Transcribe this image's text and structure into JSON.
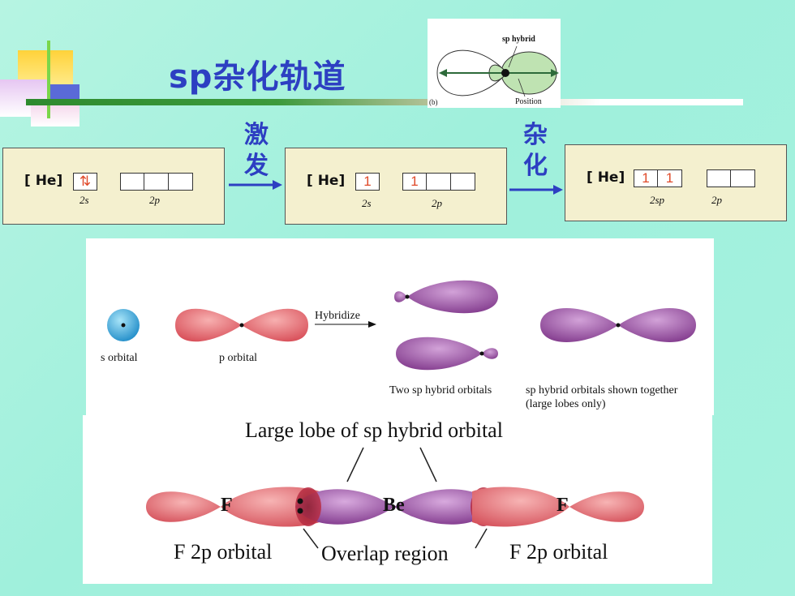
{
  "slide": {
    "title": "sp杂化轨道"
  },
  "inset_figure": {
    "label_hybrid": "sp hybrid",
    "label_position": "Position",
    "panel_tag": "(b)"
  },
  "configs": [
    {
      "core": "[ He]",
      "s_cells": [
        "⇅"
      ],
      "p_cells": [
        "",
        "",
        ""
      ],
      "s_label": "2s",
      "p_label": "2p"
    },
    {
      "core": "[ He]",
      "s_cells": [
        "1"
      ],
      "p_cells": [
        "1",
        "",
        ""
      ],
      "s_label": "2s",
      "p_label": "2p"
    },
    {
      "core": "[ He]",
      "s_cells": [
        "1",
        "1"
      ],
      "p_cells": [
        "",
        ""
      ],
      "s_label": "2sp",
      "p_label": "2p"
    }
  ],
  "steps": {
    "excite": [
      "激",
      "发"
    ],
    "hybridize": [
      "杂",
      "化"
    ]
  },
  "middle_panel": {
    "s_orbital": "s orbital",
    "p_orbital": "p orbital",
    "hybridize": "Hybridize",
    "two_sp": "Two sp hybrid orbitals",
    "together_1": "sp hybrid orbitals shown together",
    "together_2": "(large lobes only)"
  },
  "bottom_panel": {
    "large_lobe": "Large lobe of sp hybrid orbital",
    "atom_f_left": "F",
    "atom_be": "Be",
    "atom_f_right": "F",
    "f2p_left": "F 2p orbital",
    "overlap": "Overlap region",
    "f2p_right": "F 2p orbital"
  },
  "colors": {
    "title": "#2d3fc2",
    "p_orbital": "#e8707a",
    "hybrid": "#9a4aa0",
    "s_orbital": "#3aaee0",
    "electron": "#e04a2a"
  }
}
